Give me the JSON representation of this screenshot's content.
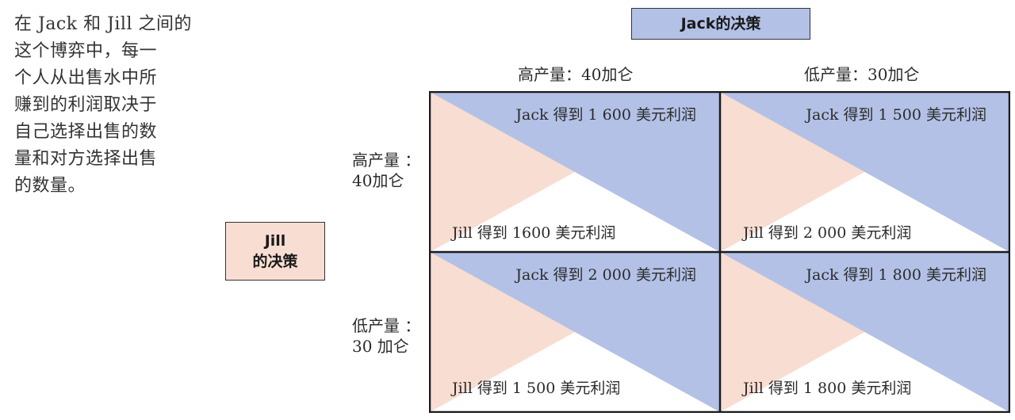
{
  "caption": {
    "lines": [
      "在 Jack 和 Jill 之间的",
      "这个博弈中，每一",
      "个人从出售水中所",
      "赚到的利润取决于",
      "自己选择出售的数",
      "量和对方选择出售",
      "的数量。"
    ]
  },
  "jack_decision": {
    "label": "Jack的决策"
  },
  "jill_decision": {
    "line1": "Jill",
    "line2": "的决策"
  },
  "columns": [
    {
      "label": "高产量：40加仑"
    },
    {
      "label": "低产量：30加仑"
    }
  ],
  "rows": [
    {
      "line1": "高产量 ：",
      "line2": "40加仑"
    },
    {
      "line1": "低产量 ：",
      "line2": "30 加仑"
    }
  ],
  "colors": {
    "jack": "#b3c1e6",
    "jill": "#f8ddd2",
    "border": "#1a1a1a"
  },
  "cells": [
    {
      "jack": "Jack 得到 1 600 美元利润",
      "jill": "Jill 得到 1600 美元利润"
    },
    {
      "jack": "Jack 得到 1 500 美元利润",
      "jill": "Jill 得到 2 000 美元利润"
    },
    {
      "jack": "Jack 得到 2 000 美元利润",
      "jill": "Jill 得到 1 500 美元利润"
    },
    {
      "jack": "Jack 得到 1 800 美元利润",
      "jill": "Jill 得到 1 800 美元利润"
    }
  ]
}
